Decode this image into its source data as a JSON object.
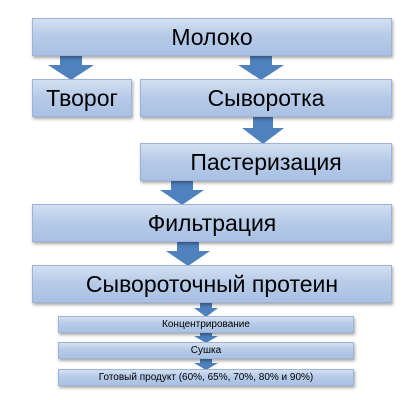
{
  "diagram": {
    "nodes": {
      "milk": "Молоко",
      "curd": "Творог",
      "whey": "Сыворотка",
      "pasteurization": "Пастеризация",
      "filtration": "Фильтрация",
      "whey_protein": "Сывороточный протеин",
      "concentration": "Концентрирование",
      "drying": "Сушка",
      "final_product": "Готовый продукт (60%, 65%, 70%, 80% и 90%)"
    },
    "edges": [
      [
        "milk",
        "curd"
      ],
      [
        "milk",
        "whey"
      ],
      [
        "whey",
        "pasteurization"
      ],
      [
        "pasteurization",
        "filtration"
      ],
      [
        "filtration",
        "whey_protein"
      ],
      [
        "whey_protein",
        "concentration"
      ],
      [
        "concentration",
        "drying"
      ],
      [
        "drying",
        "final_product"
      ]
    ],
    "colors": {
      "box_fill": "#b7cbe8",
      "arrow_fill": "#4f81bd",
      "text": "#000000"
    }
  }
}
